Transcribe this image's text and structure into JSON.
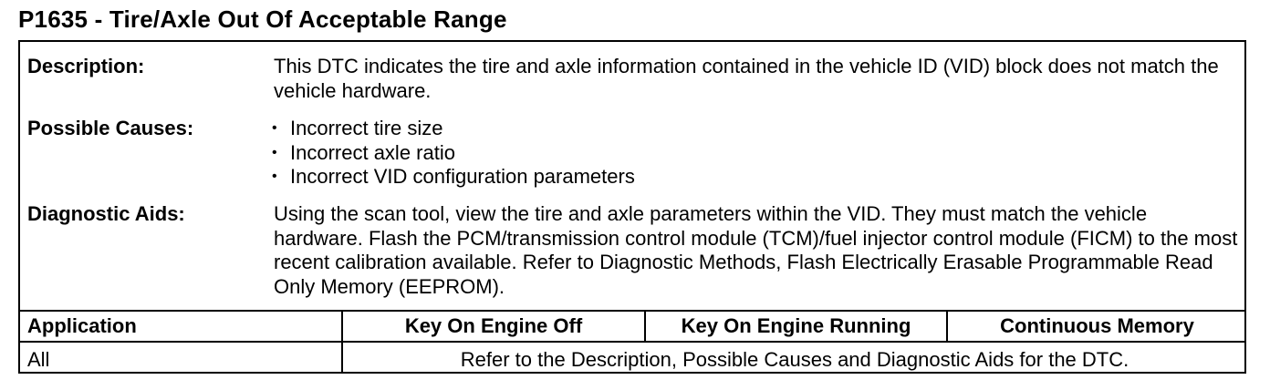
{
  "title": "P1635 - Tire/Axle Out Of Acceptable Range",
  "description": {
    "label": "Description:",
    "text": "This DTC indicates the tire and axle information contained in the vehicle ID (VID) block does not match the vehicle hardware."
  },
  "possible_causes": {
    "label": "Possible Causes:",
    "bullet_glyph": "•",
    "items": [
      "Incorrect tire size",
      "Incorrect axle ratio",
      "Incorrect VID configuration parameters"
    ]
  },
  "diagnostic_aids": {
    "label": "Diagnostic Aids:",
    "text": "Using the scan tool, view the tire and axle parameters within the VID. They must match the vehicle hardware. Flash the PCM/transmission control module (TCM)/fuel injector control module (FICM) to the most recent calibration available. Refer to Diagnostic Methods, Flash Electrically Erasable Programmable Read Only Memory (EEPROM)."
  },
  "table": {
    "headers": [
      "Application",
      "Key On Engine Off",
      "Key On Engine Running",
      "Continuous Memory"
    ],
    "row": {
      "application": "All",
      "note": "Refer to the Description, Possible Causes and Diagnostic Aids for the DTC."
    }
  }
}
